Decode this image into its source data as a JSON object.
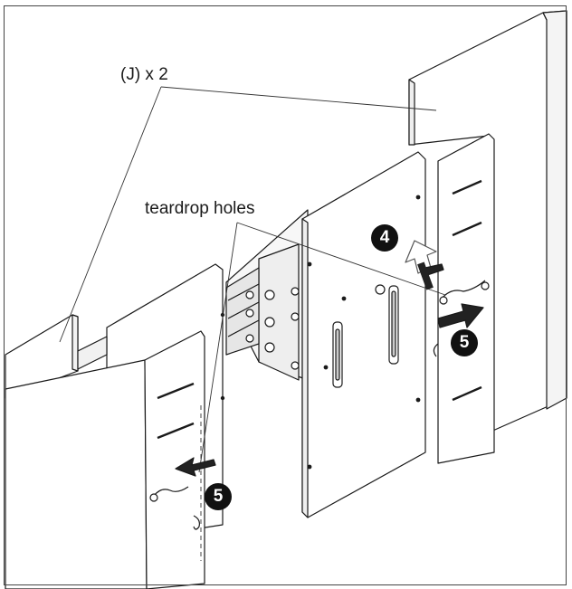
{
  "labels": {
    "panel_count": "(J) x 2",
    "holes": "teardrop holes"
  },
  "steps": {
    "step_4": "4",
    "step_5_right": "5",
    "step_5_left": "5"
  },
  "colors": {
    "line": "#1a1a1a",
    "panel_fill": "#ffffff",
    "arrow_dark": "#222222",
    "badge": "#111111"
  }
}
